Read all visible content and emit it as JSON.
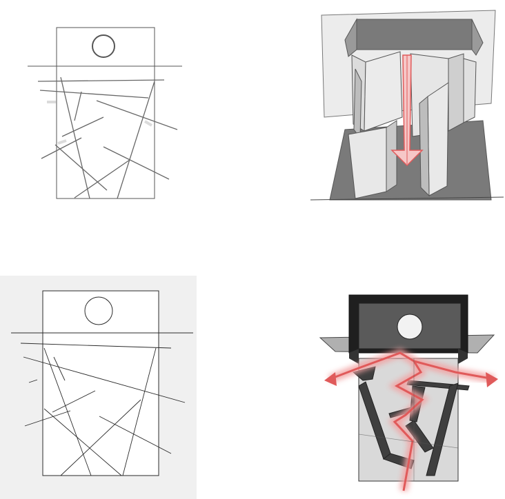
{
  "panels": [
    {
      "id": "sketch-plan",
      "kind": "pencil-sketch"
    },
    {
      "id": "3d-model",
      "kind": "3d-massing"
    },
    {
      "id": "line-plan",
      "kind": "line-drawing"
    },
    {
      "id": "shaded-plan",
      "kind": "shaded-diagram"
    }
  ],
  "colors": {
    "background": "#ffffff",
    "sketch_stroke": "#555555",
    "wall_dark": "#6e6e6e",
    "wall_light": "#e6e6e6",
    "ceiling_dark": "#1c1c1c",
    "accent_red": "#e05a5a",
    "glow_red": "#f2a3a3"
  }
}
